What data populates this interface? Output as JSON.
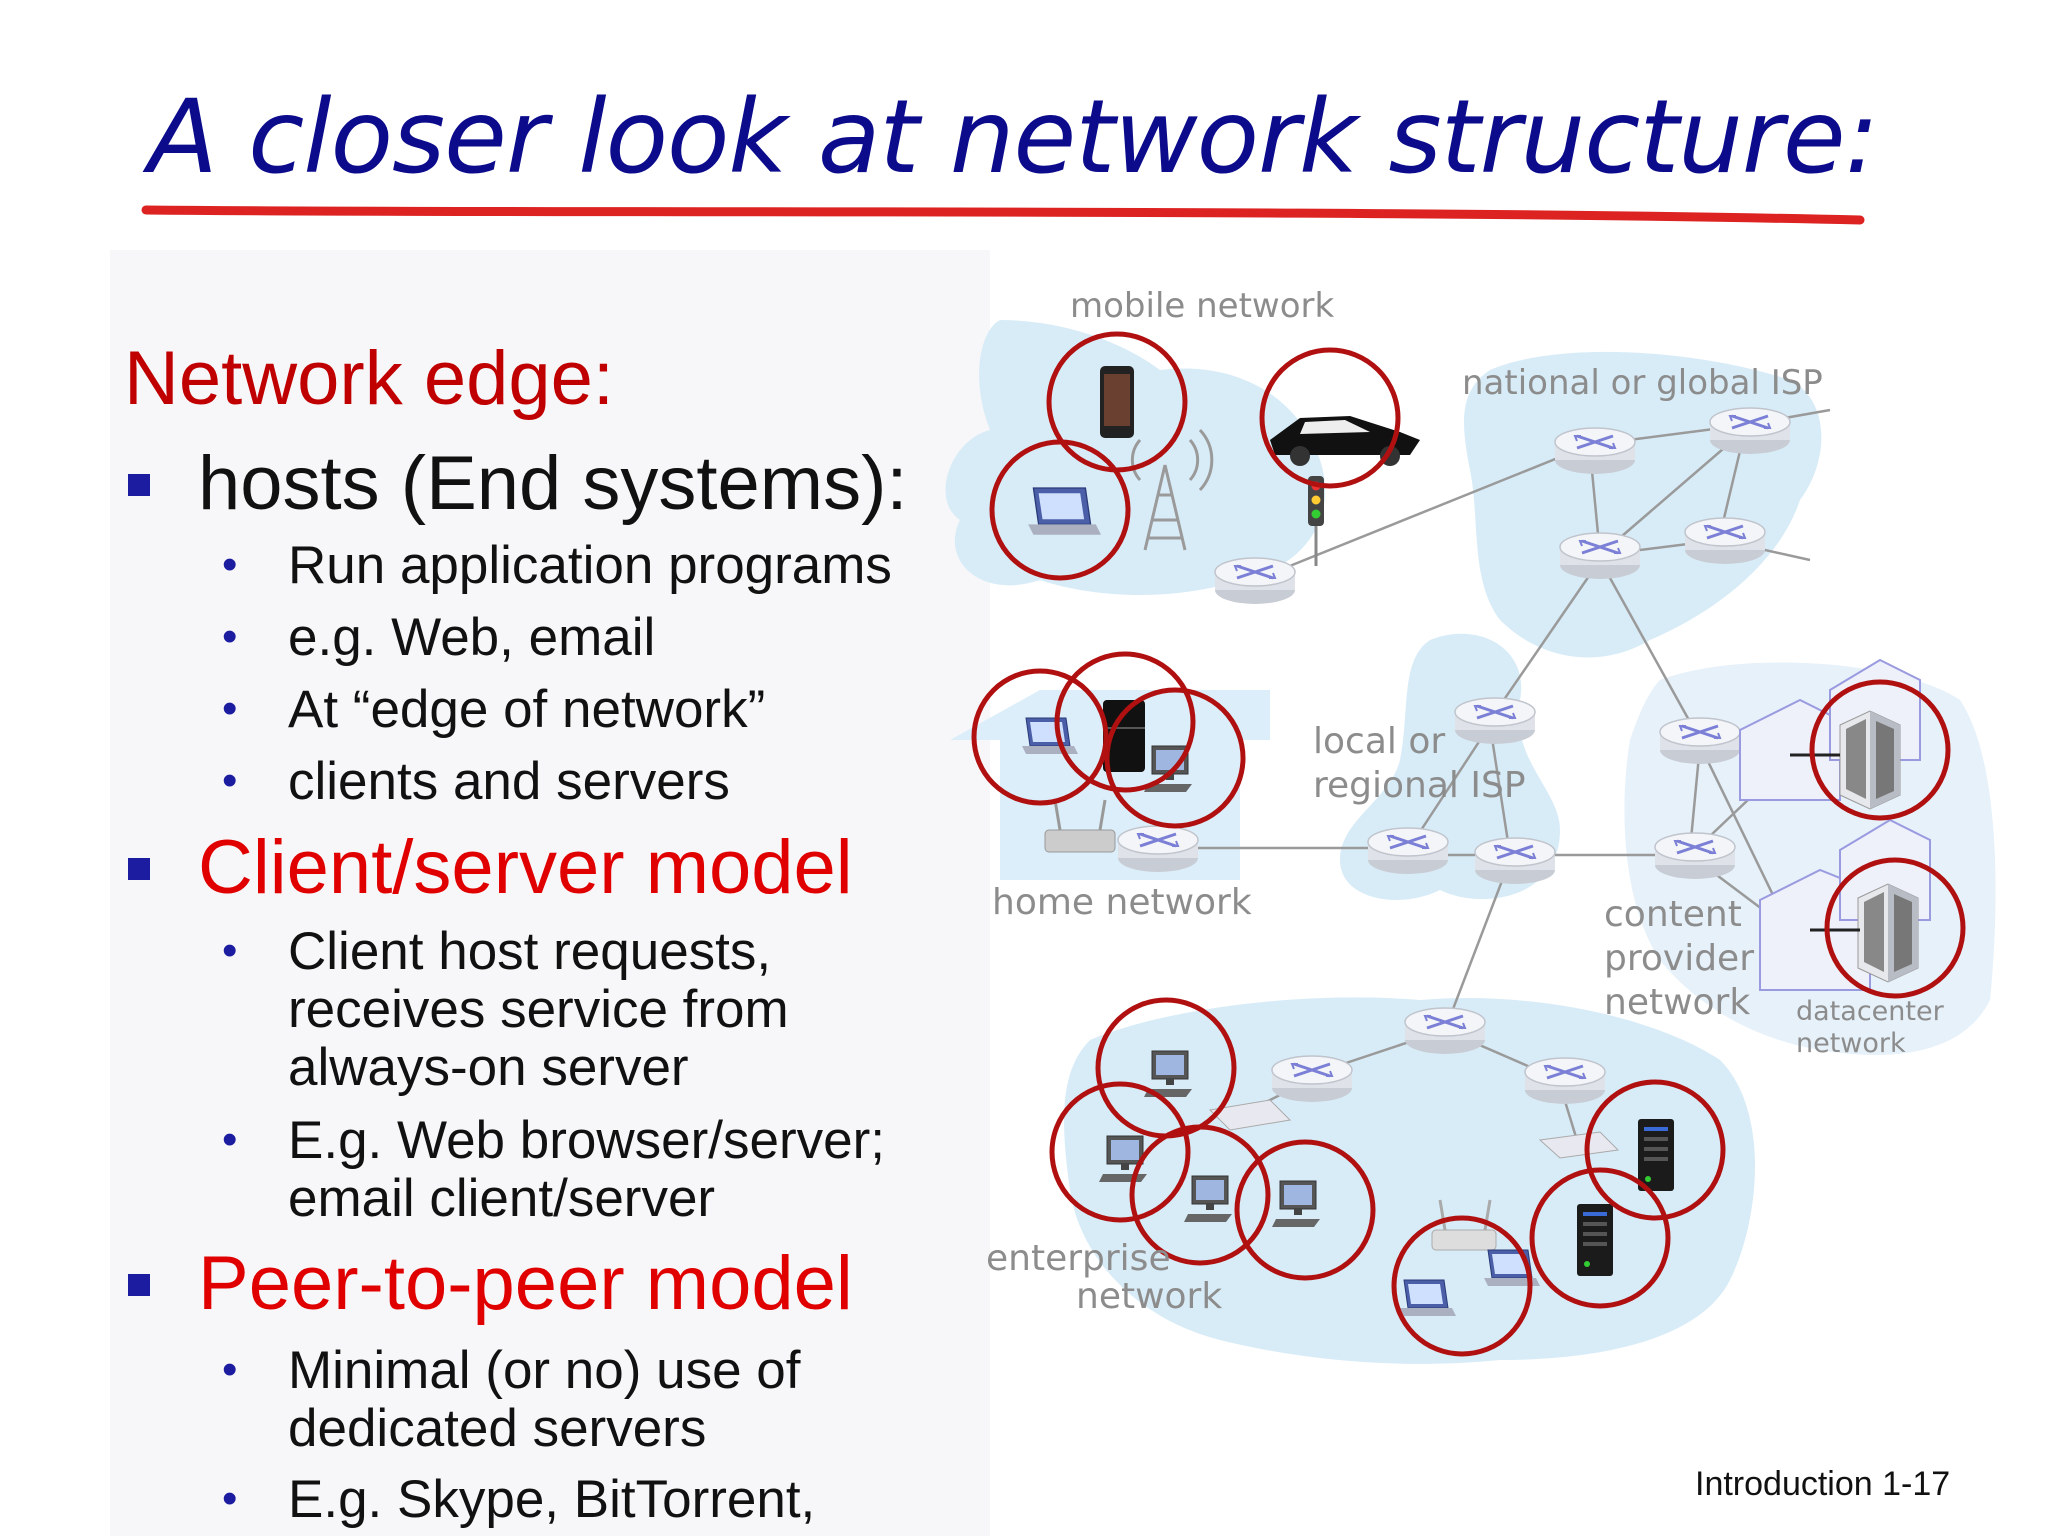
{
  "title": "A closer look at network structure:",
  "colors": {
    "title": "#0b0b8c",
    "accent_red": "#e00000",
    "heading_red": "#c00000",
    "bullet": "#1c1ca0",
    "cloud": "#d8ecf8",
    "circle": "#b01010"
  },
  "left": {
    "heading": "Network edge:",
    "hosts": {
      "label": "hosts (End systems):",
      "items": [
        "Run application programs",
        "e.g. Web, email",
        "At “edge of network”",
        "clients and servers"
      ]
    },
    "client_server": {
      "label": "Client/server model",
      "items": [
        [
          "Client host requests,",
          "receives service from",
          "always-on server"
        ],
        [
          "E.g. Web browser/server;",
          "email client/server"
        ]
      ]
    },
    "p2p": {
      "label": "Peer-to-peer model",
      "items": [
        [
          "Minimal (or no) use of",
          "dedicated servers"
        ],
        [
          "E.g. Skype, BitTorrent,"
        ]
      ]
    }
  },
  "diagram": {
    "mobile_network": "mobile network",
    "national_isp": "national or global ISP",
    "local_isp_1": "local or",
    "local_isp_2": "regional ISP",
    "home_network": "home network",
    "content_1": "content",
    "content_2": "provider",
    "content_3": "network",
    "datacenter_1": "datacenter",
    "datacenter_2": "network",
    "enterprise_1": "enterprise",
    "enterprise_2": "network"
  },
  "footer": "Introduction 1-17"
}
